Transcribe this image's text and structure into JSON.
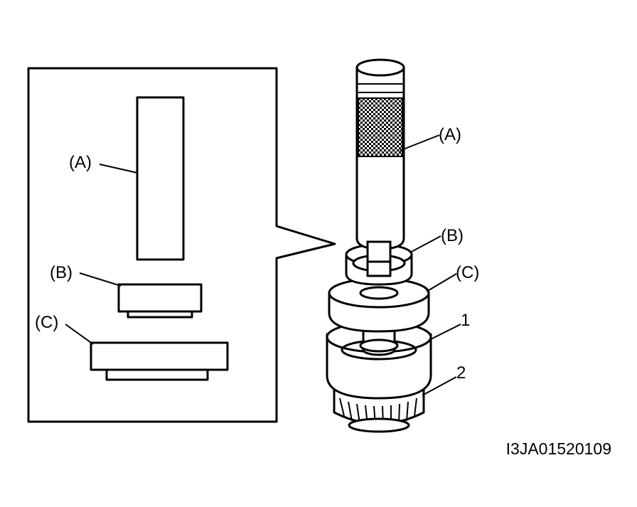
{
  "labels": {
    "inset_a": "(A)",
    "inset_b": "(B)",
    "inset_c": "(C)",
    "main_a": "(A)",
    "main_b": "(B)",
    "main_c": "(C)",
    "part_1": "1",
    "part_2": "2"
  },
  "figure_code": "I3JA01520109"
}
